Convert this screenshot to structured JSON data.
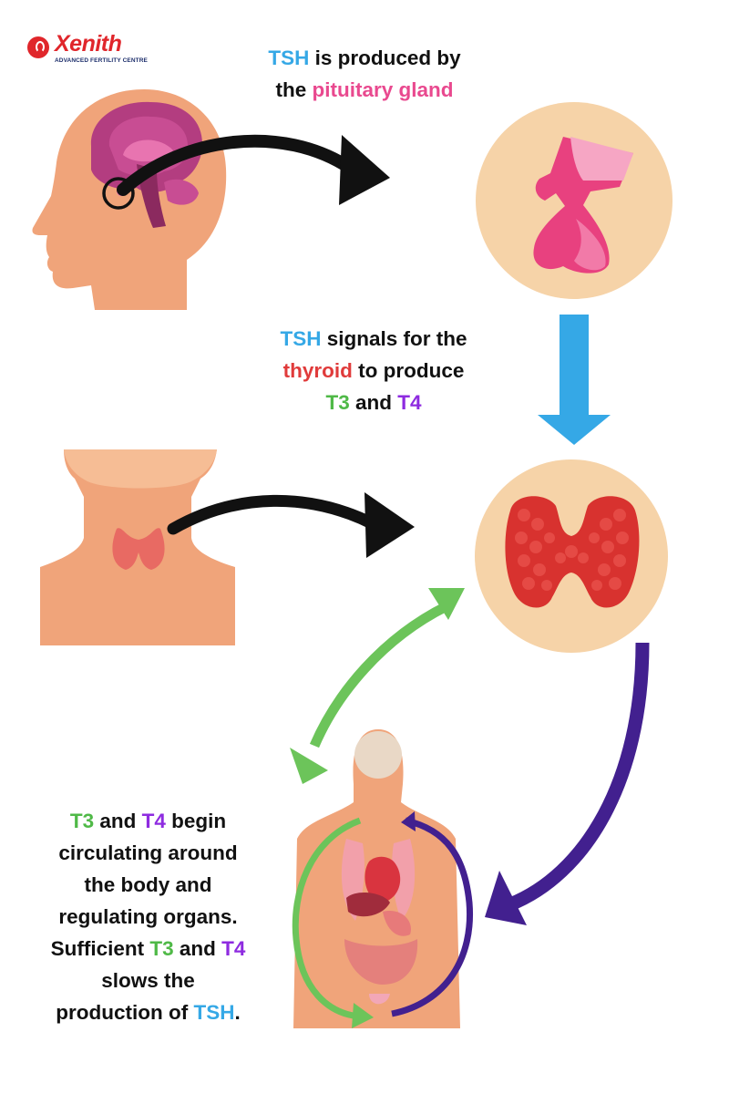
{
  "logo": {
    "name": "Xenith",
    "tagline": "ADVANCED FERTILITY CENTRE"
  },
  "step1": {
    "tsh": "TSH",
    "text1": " is produced by",
    "text2": "the ",
    "gland": "pituitary gland"
  },
  "step2": {
    "tsh": "TSH",
    "text1": " signals for the",
    "thyroid": "thyroid",
    "text2": " to produce",
    "t3": "T3",
    "and": " and ",
    "t4": "T4"
  },
  "step3": {
    "t3": "T3",
    "and": " and ",
    "t4": "T4",
    "begin": " begin",
    "line2": "circulating around",
    "line3": "the body and",
    "line4": "regulating organs.",
    "sufficient": "Sufficient ",
    "t3b": "T3",
    "and2": " and ",
    "t4b": "T4",
    "line6": "slows the",
    "line7": "production of ",
    "tsh": "TSH",
    "period": "."
  },
  "colors": {
    "tsh": "#35a8e6",
    "pituitary": "#e9498f",
    "thyroid": "#e03b3b",
    "t3": "#4fb947",
    "t4": "#8e2be0",
    "skin": "#f0a47a",
    "circle": "#f6d3a8"
  }
}
